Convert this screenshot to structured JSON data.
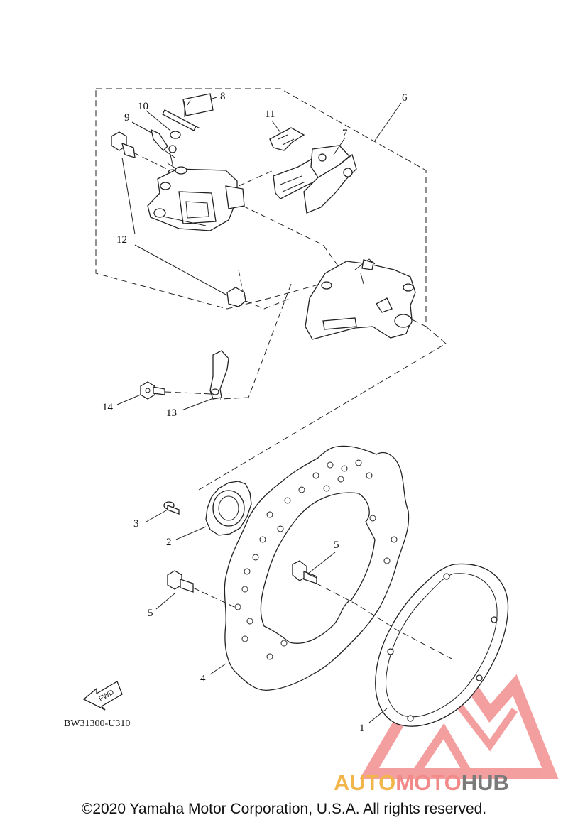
{
  "diagram": {
    "callouts": [
      {
        "id": "1",
        "label": "1"
      },
      {
        "id": "2",
        "label": "2"
      },
      {
        "id": "3",
        "label": "3"
      },
      {
        "id": "4",
        "label": "4"
      },
      {
        "id": "5a",
        "label": "5"
      },
      {
        "id": "5b",
        "label": "5"
      },
      {
        "id": "6",
        "label": "6"
      },
      {
        "id": "7",
        "label": "7"
      },
      {
        "id": "8",
        "label": "8"
      },
      {
        "id": "9",
        "label": "9"
      },
      {
        "id": "10",
        "label": "10"
      },
      {
        "id": "11",
        "label": "11"
      },
      {
        "id": "12",
        "label": "12"
      },
      {
        "id": "13",
        "label": "13"
      },
      {
        "id": "14",
        "label": "14"
      }
    ],
    "fwd_label": "FWD",
    "drawing_code": "BW31300-U310"
  },
  "watermark": {
    "brand_part1": "AUTO",
    "brand_part2": "MOTO",
    "brand_part3": "HUB",
    "colors": {
      "auto": "#f2b54a",
      "moto": "#f28a8a",
      "hub": "#7a7a7a",
      "logo": "#f08080"
    }
  },
  "footer": {
    "copyright": "©2020 Yamaha Motor Corporation, U.S.A. All rights reserved."
  }
}
